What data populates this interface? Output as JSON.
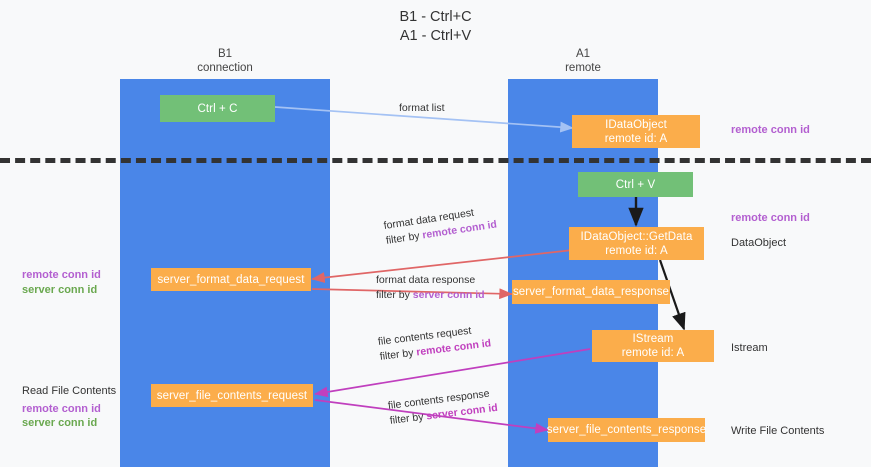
{
  "title": "B1 - Ctrl+C\nA1 - Ctrl+V",
  "columns": {
    "left": "B1\nconnection",
    "right": "A1\nremote"
  },
  "nodes": {
    "ctrl_c": "Ctrl + C",
    "idataobject": "IDataObject\nremote id: A",
    "ctrl_v": "Ctrl + V",
    "getdata": "IDataObject::GetData\nremote id: A",
    "server_format_data_request": "server_format_data_request",
    "server_format_data_response": "server_format_data_response",
    "istream": "IStream\nremote id: A",
    "server_file_contents_request": "server_file_contents_request",
    "server_file_contents_response": "server_file_contents_response"
  },
  "right_labels": {
    "remote_conn_id_top": "remote conn id",
    "remote_conn_id_mid": "remote conn id",
    "dataobject": "DataObject",
    "istream": "Istream",
    "write_file_contents": "Write File Contents"
  },
  "left_labels": {
    "remote_conn_id": "remote conn id",
    "server_conn_id": "server conn id",
    "read_file_contents": "Read File Contents",
    "remote_conn_id_2": "remote conn id",
    "server_conn_id_2": "server conn id"
  },
  "edges": {
    "format_list": "format list",
    "format_data_request": "format data request",
    "format_data_request_filter_prefix": "filter by ",
    "format_data_request_filter_key": "remote conn id",
    "format_data_response": "format data response",
    "format_data_response_filter_prefix": "filter by ",
    "format_data_response_filter_key": "server conn id",
    "file_contents_request": "file contents request",
    "file_contents_request_filter_prefix": "filter by ",
    "file_contents_request_filter_key": "remote conn id",
    "file_contents_response": "file contents response",
    "file_contents_response_filter_prefix": "filter by ",
    "file_contents_response_filter_key": "server conn id"
  },
  "colors": {
    "lane": "#4a86e8",
    "green_node": "#72c077",
    "orange_node": "#fbad4b",
    "purple_text": "#b35fd0",
    "green_text": "#6aa84f",
    "arrow_blue": "#a4c2f4",
    "arrow_red": "#e06666",
    "arrow_magenta": "#c03fbe",
    "arrow_black": "#1a1a1a",
    "background": "#f8f9fa"
  }
}
